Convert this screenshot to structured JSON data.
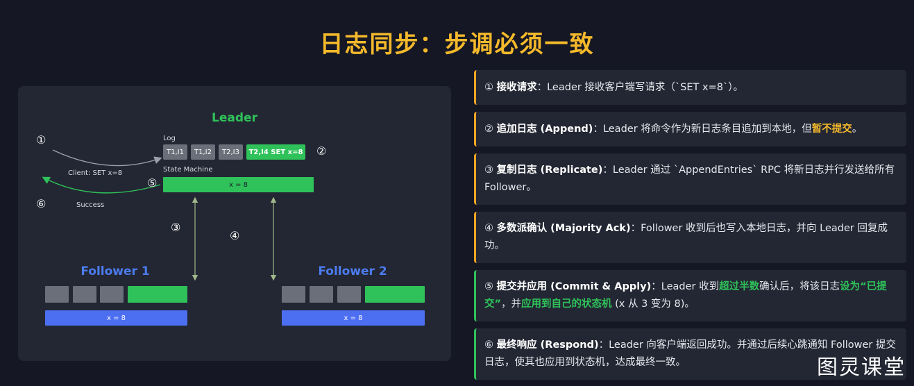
{
  "title": "日志同步：步调必须一致",
  "diagram": {
    "leader_title": "Leader",
    "log_label": "Log",
    "log_cells": [
      "T1,I1",
      "T1,I2",
      "T2,I3",
      "T2,I4 SET x=8"
    ],
    "state_machine_label": "State Machine",
    "leader_state": "x = 8",
    "client_request": "Client: SET x=8",
    "success_label": "Success",
    "markers": [
      "①",
      "②",
      "③",
      "④",
      "⑤",
      "⑥"
    ],
    "follower1_title": "Follower 1",
    "follower2_title": "Follower 2",
    "follower1_state": "x = 8",
    "follower2_state": "x = 8",
    "colors": {
      "leader": "#2fc25a",
      "follower": "#4c7cf0",
      "log_gray": "#6b6f7a",
      "title": "#f5b92b"
    }
  },
  "steps": [
    {
      "prefix": "① ",
      "heading": "接收请求",
      "colon": "：",
      "t1": "Leader 接收客户端写请求（`SET x=8`）。"
    },
    {
      "prefix": "② ",
      "heading": "追加日志 (Append)",
      "colon": "：",
      "t1": "Leader 将命令作为新日志条目追加到本地，但",
      "h1": "暂不提交",
      "t2": "。"
    },
    {
      "prefix": "③ ",
      "heading": "复制日志 (Replicate)",
      "colon": "：",
      "t1": "Leader 通过 `AppendEntries` RPC 将新日志并行发送给所有 Follower。"
    },
    {
      "prefix": "④ ",
      "heading": "多数派确认 (Majority Ack)",
      "colon": "：",
      "t1": "Follower 收到后也写入本地日志，并向 Leader 回复成功。"
    },
    {
      "prefix": "⑤ ",
      "heading": "提交并应用 (Commit & Apply)",
      "colon": "：",
      "t1": "Leader 收到",
      "h1": "超过半数",
      "t2": "确认后，将该日志",
      "h2": "设为“已提交”",
      "t3": "，并",
      "h3": "应用到自己的状态机",
      "t4": " (x 从 3 变为 8)。"
    },
    {
      "prefix": "⑥ ",
      "heading": "最终响应 (Respond)",
      "colon": "：",
      "t1": "Leader 向客户端返回成功。并通过后续心跳通知 Follower 提交日志，使其也应用到状态机，达成最终一致。"
    }
  ],
  "watermark": "图灵课堂"
}
